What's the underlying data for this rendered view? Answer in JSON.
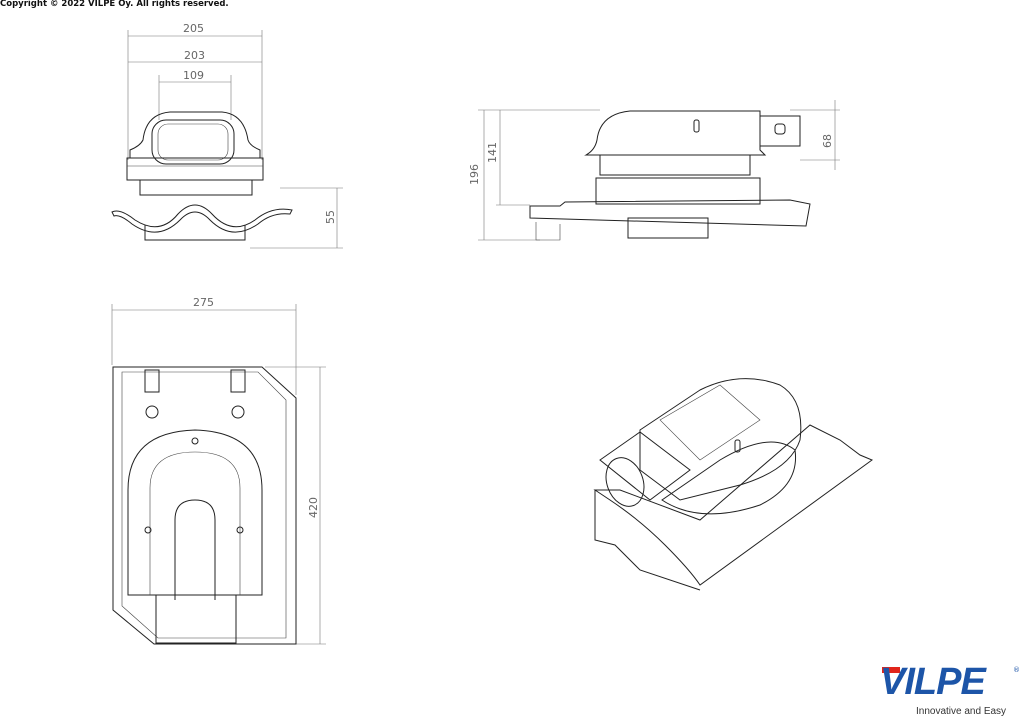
{
  "copyright": "Copyright © 2022 VILPE Oy. All rights reserved.",
  "front_view": {
    "dims": {
      "width_outer": "205",
      "width_inner": "203",
      "opening": "109",
      "height_base": "55"
    }
  },
  "side_view": {
    "dims": {
      "total_height": "196",
      "upper_height": "141",
      "pipe_height": "68"
    }
  },
  "top_view": {
    "dims": {
      "width": "275",
      "length": "420"
    }
  },
  "logo": {
    "brand": "VILPE",
    "registered": "®",
    "tagline": "Innovative and Easy",
    "colors": {
      "blue": "#1d55a8",
      "red": "#e1251b"
    }
  }
}
